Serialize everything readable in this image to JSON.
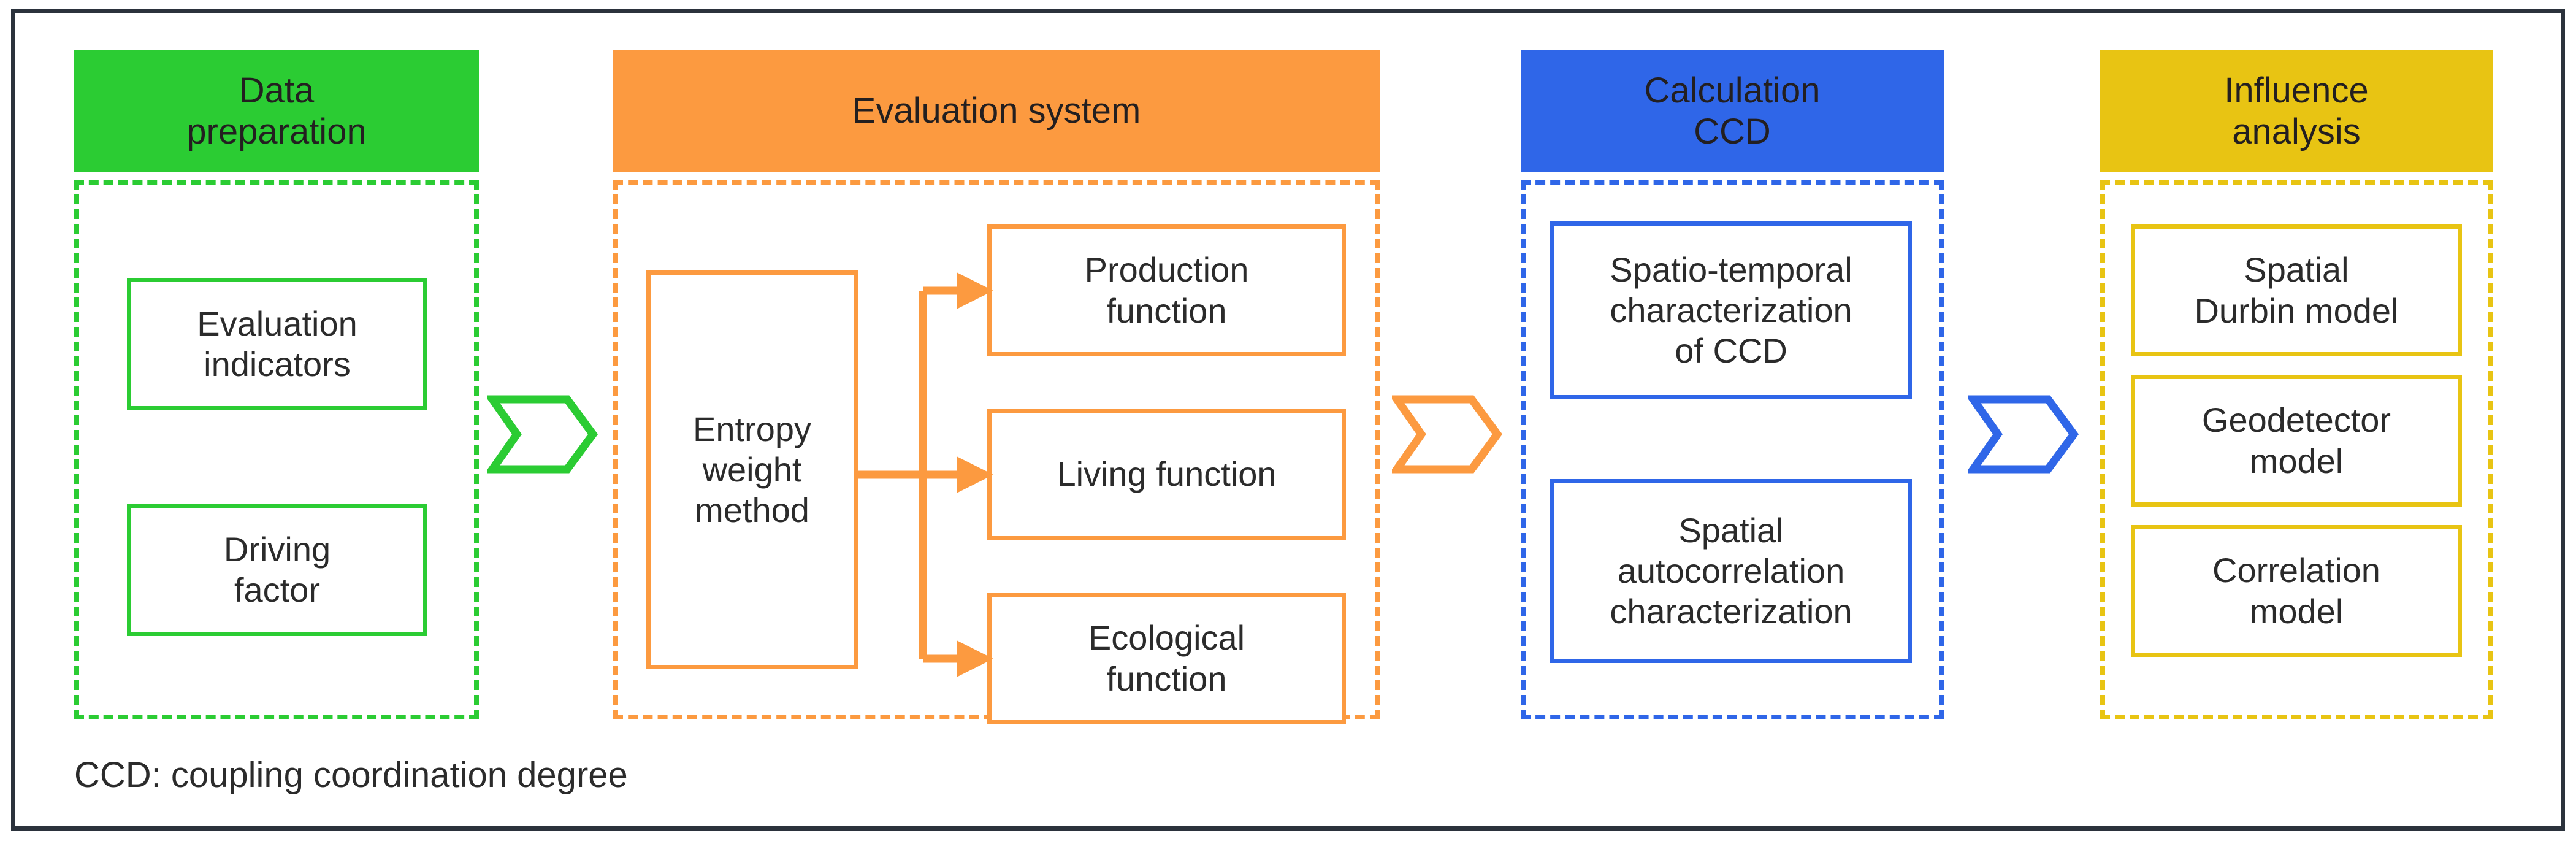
{
  "diagram": {
    "footnote": "CCD: coupling coordination degree",
    "colors": {
      "green": "#2BCC33",
      "orange": "#FC9A40",
      "blue": "#2F66E8",
      "yellow": "#E8C413",
      "frame": "#2B323C",
      "text": "#2B2B2B",
      "background": "#FFFFFF"
    },
    "stages": [
      {
        "id": "data-preparation",
        "title": "Data\npreparation",
        "accent": "#2BCC33",
        "nodes": [
          {
            "id": "evaluation-indicators",
            "label": "Evaluation\nindicators"
          },
          {
            "id": "driving-factor",
            "label": "Driving\nfactor"
          }
        ]
      },
      {
        "id": "evaluation-system",
        "title": "Evaluation system",
        "accent": "#FC9A40",
        "nodes": [
          {
            "id": "entropy-weight-method",
            "label": "Entropy\nweight\nmethod"
          },
          {
            "id": "production-function",
            "label": "Production\nfunction"
          },
          {
            "id": "living-function",
            "label": "Living function"
          },
          {
            "id": "ecological-function",
            "label": "Ecological\nfunction"
          }
        ]
      },
      {
        "id": "calculation-ccd",
        "title": "Calculation\nCCD",
        "accent": "#2F66E8",
        "nodes": [
          {
            "id": "spatio-temporal-characterization",
            "label": "Spatio-temporal\ncharacterization\nof CCD"
          },
          {
            "id": "spatial-autocorrelation-characterization",
            "label": "Spatial\nautocorrelation\ncharacterization"
          }
        ]
      },
      {
        "id": "influence-analysis",
        "title": "Influence\nanalysis",
        "accent": "#E8C413",
        "nodes": [
          {
            "id": "spatial-durbin-model",
            "label": "Spatial\nDurbin model"
          },
          {
            "id": "geodetector-model",
            "label": "Geodetector\nmodel"
          },
          {
            "id": "correlation-model",
            "label": "Correlation\nmodel"
          }
        ]
      }
    ],
    "connectors": [
      {
        "id": "green-to-orange",
        "color": "#2BCC33",
        "from": "data-preparation",
        "to": "evaluation-system"
      },
      {
        "id": "orange-to-blue",
        "color": "#FC9A40",
        "from": "evaluation-system",
        "to": "calculation-ccd"
      },
      {
        "id": "blue-to-yellow",
        "color": "#2F66E8",
        "from": "calculation-ccd",
        "to": "influence-analysis"
      }
    ],
    "branches": [
      {
        "id": "entropy-to-production",
        "color": "#FC9A40",
        "from": "entropy-weight-method",
        "to": "production-function"
      },
      {
        "id": "entropy-to-living",
        "color": "#FC9A40",
        "from": "entropy-weight-method",
        "to": "living-function"
      },
      {
        "id": "entropy-to-ecological",
        "color": "#FC9A40",
        "from": "entropy-weight-method",
        "to": "ecological-function"
      }
    ]
  }
}
